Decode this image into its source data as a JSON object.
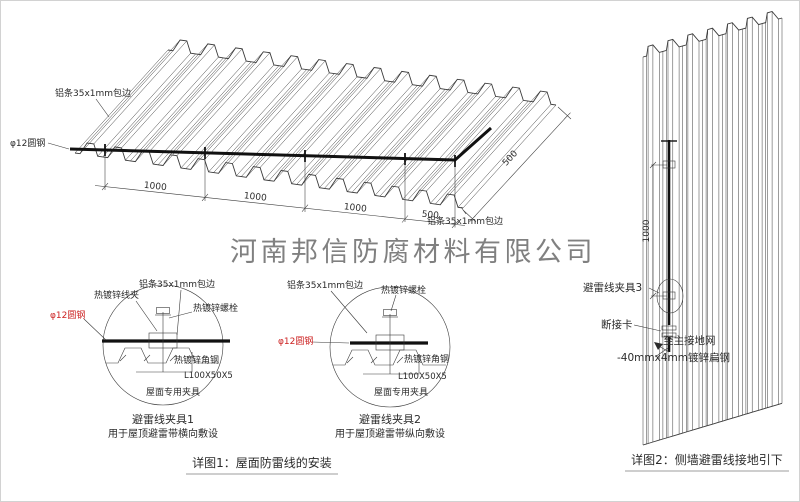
{
  "watermark": "河南邦信防腐材料有限公司",
  "roof_view": {
    "label_strip_top": "铝条35x1mm包边",
    "label_strip_bottom": "铝条35x1mm包边",
    "label_rod": "φ12圆钢",
    "dims": [
      "1000",
      "1000",
      "1000",
      "500"
    ],
    "dim_side": "500"
  },
  "detail1": {
    "label_strip": "铝条35x1mm包边",
    "label_wire_clip": "热镀锌线夹",
    "label_bolt": "热镀锌螺栓",
    "label_rod": "φ12圆钢",
    "label_angle": "热镀锌角钢",
    "label_angle_size": "L100X50X5",
    "label_roof_clamp": "屋面专用夹具",
    "title": "避雷线夹具1",
    "subtitle": "用于屋顶避雷带横向敷设"
  },
  "detail2": {
    "label_strip": "铝条35x1mm包边",
    "label_bolt": "热镀锌螺栓",
    "label_rod": "φ12圆钢",
    "label_angle": "热镀锌角钢",
    "label_angle_size": "L100X50X5",
    "label_roof_clamp": "屋面专用夹具",
    "title": "避雷线夹具2",
    "subtitle": "用于屋顶避雷带纵向敷设"
  },
  "wall_view": {
    "dim": "1000",
    "label_clamp3": "避雷线夹具3",
    "label_disconnect": "断接卡",
    "label_to_ground": "至主接地网",
    "label_flat_steel": "-40mmx4mm镀锌扁钢"
  },
  "captions": {
    "detail1": "详图1：屋面防雷线的安装",
    "detail2": "详图2：侧墙避雷线接地引下"
  },
  "colors": {
    "line": "#3a3a3a",
    "accent_red": "#cc2222",
    "watermark": "#8f8f8f"
  }
}
